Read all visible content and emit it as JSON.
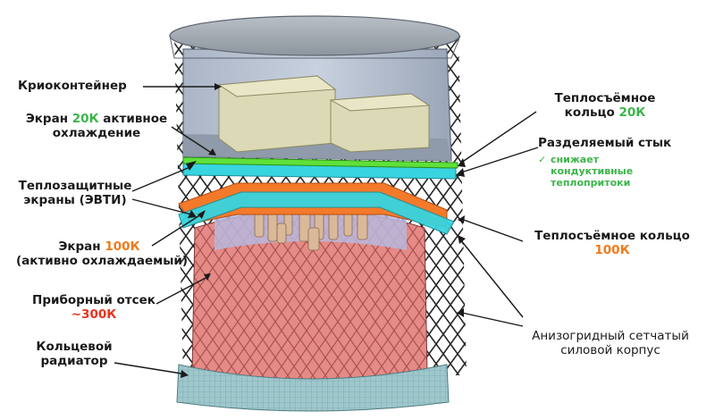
{
  "labels": {
    "cryo": "Криоконтейнер",
    "screen20_pre": "Экран ",
    "screen20_val": "20К",
    "screen20_post": " активное",
    "screen20_line2": "охлаждение",
    "thermal_l1": "Теплозащитные",
    "thermal_l2": "экраны (ЭВТИ)",
    "screen100_pre": "Экран ",
    "screen100_val": "100К",
    "screen100_line2": "(активно охлаждаемый)",
    "instr_l1": "Приборный отсек",
    "instr_val": "~300К",
    "radiator_l1": "Кольцевой",
    "radiator_l2": "радиатор",
    "ring20_l1": "Теплосъёмное",
    "ring20_pre": "кольцо ",
    "ring20_val": "20К",
    "joint": "Разделяемый стык",
    "joint_check": "✓",
    "joint_sub1": "снижает",
    "joint_sub2": "кондуктивные",
    "joint_sub3": "теплопритоки",
    "ring100_l1": "Теплосъёмное кольцо",
    "ring100_val": "100К",
    "hull_l1": "Анизогридный сетчатый",
    "hull_l2": "силовой корпус"
  },
  "colors": {
    "green": "#3bb54a",
    "orange": "#f07a1a",
    "red": "#e8331f",
    "cyan_screen": "#38d4e0",
    "orange_screen": "#f47a2a",
    "instrument_bay": "#e58a86"
  }
}
